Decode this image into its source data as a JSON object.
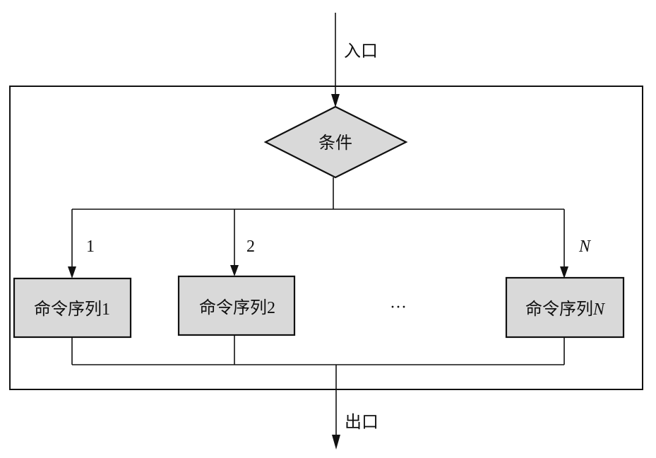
{
  "diagram": {
    "type": "flowchart",
    "title": "multi-branch selection structure",
    "colors": {
      "shape_fill": "#d9d9d9",
      "stroke": "#111111",
      "background": "#ffffff"
    },
    "entry_label": "入口",
    "exit_label": "出口",
    "condition": {
      "label": "条件",
      "shape": "diamond"
    },
    "branches": [
      {
        "edge_label": "1",
        "box_label": "命令序列",
        "box_suffix": "1",
        "suffix_italic": false
      },
      {
        "edge_label": "2",
        "box_label": "命令序列",
        "box_suffix": "2",
        "suffix_italic": false
      },
      {
        "edge_label": "N",
        "box_label": "命令序列",
        "box_suffix": "N",
        "suffix_italic": true
      }
    ],
    "ellipsis": "···"
  }
}
